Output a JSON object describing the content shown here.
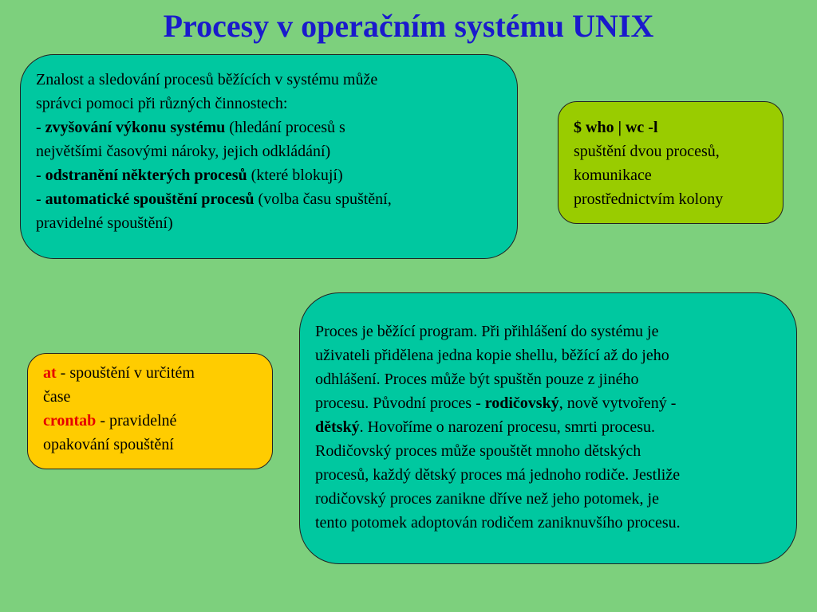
{
  "title": "Procesy v operačním systému UNIX",
  "knowledge_box": {
    "line1": "Znalost a sledování procesů běžících v systému může",
    "line2": "správci pomoci při různých činnostech:",
    "item1_prefix": "- ",
    "item1_bold": "zvyšování výkonu systému",
    "item1_rest": " (hledání procesů s",
    "item1_cont": "největšími časovými nároky, jejich odkládání)",
    "item2_prefix": "- ",
    "item2_bold": "odstranění některých procesů",
    "item2_rest": " (které blokují)",
    "item3_prefix": "- ",
    "item3_bold": "automatické spouštění procesů",
    "item3_rest": " (volba času spuštění,",
    "item3_cont": "pravidelné spouštění)"
  },
  "who_box": {
    "command": "$ who | wc -l",
    "line1": "spuštění dvou procesů,",
    "line2": "komunikace",
    "line3": "prostřednictvím kolony"
  },
  "at_box": {
    "at_keyword": "at",
    "at_rest": " - spouštění v určitém",
    "at_cont": "čase",
    "crontab_keyword": "crontab",
    "crontab_rest": " - pravidelné",
    "crontab_cont": "opakování spouštění"
  },
  "process_box": {
    "line1": "Proces je běžící program. Při přihlášení do systému je",
    "line2": "uživateli přidělena jedna kopie shellu, běžící až do jeho",
    "line3": "odhlášení. Proces může být spuštěn pouze z jiného",
    "line4_start": "procesu. Původní proces - ",
    "line4_bold": "rodičovský",
    "line4_end": ", nově vytvořený -",
    "line5_bold": "dětský",
    "line5_end": ". Hovoříme o narození procesu, smrti procesu.",
    "line6": "Rodičovský proces může spouštět mnoho dětských",
    "line7": "procesů, každý dětský proces má jednoho rodiče. Jestliže",
    "line8": "rodičovský proces zanikne dříve než jeho potomek, je",
    "line9": "tento potomek adoptován rodičem zaniknuvšího procesu."
  }
}
